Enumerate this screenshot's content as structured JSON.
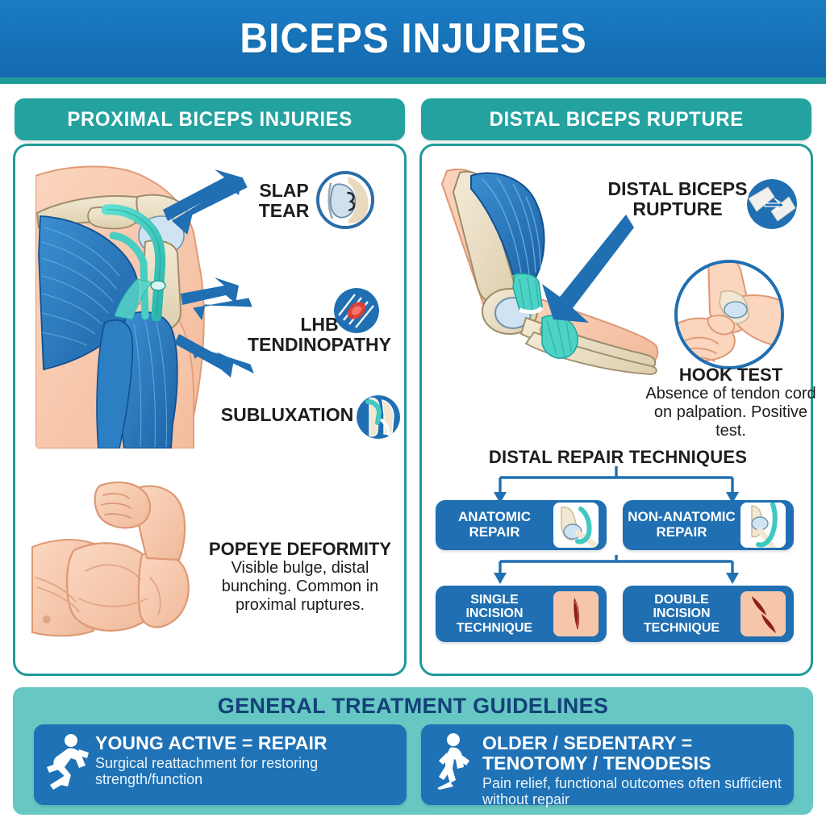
{
  "header": {
    "title": "BICEPS INJURIES",
    "banner_color": "#1672b8",
    "accent_color": "#1f9a98"
  },
  "panels": {
    "left": {
      "header": "PROXIMAL BICEPS INJURIES",
      "illustration_name": "shoulder-anatomy-illustration",
      "callouts": [
        {
          "id": "slap",
          "label": "SLAP\nTEAR",
          "inset": "slap-lesion-inset-icon"
        },
        {
          "id": "lhb",
          "label": "LHB\nTENDINOPATHY",
          "inset": "inflamed-tendon-inset-icon"
        },
        {
          "id": "subluxation",
          "label": "SUBLUXATION",
          "inset": "tendon-subluxation-inset-icon"
        }
      ],
      "popeye": {
        "title": "POPEYE DEFORMITY",
        "body": "Visible bulge, distal bunching. Common in proximal ruptures.",
        "illustration_name": "flexed-arm-popeye-illustration"
      }
    },
    "right": {
      "header": "DISTAL BICEPS RUPTURE",
      "illustration_name": "elbow-anatomy-illustration",
      "callouts": [
        {
          "id": "distal_rupture",
          "label": "DISTAL BICEPS\nRUPTURE",
          "inset": "torn-tendon-inset-icon"
        }
      ],
      "hook_test": {
        "title": "HOOK TEST",
        "body": "Absence of tendon cord on palpation. Positive test.",
        "illustration_name": "hook-test-hand-illustration"
      },
      "repair": {
        "title": "DISTAL REPAIR TECHNIQUES",
        "boxes": [
          {
            "id": "anatomic",
            "label": "ANATOMIC\nREPAIR",
            "thumb": "elbow-anatomic-repair-thumbnail"
          },
          {
            "id": "non_anatomic",
            "label": "NON-ANATOMIC\nREPAIR",
            "thumb": "elbow-non-anatomic-repair-thumbnail"
          },
          {
            "id": "single_incision",
            "label": "SINGLE\nINCISION\nTECHNIQUE",
            "thumb": "single-incision-thumbnail"
          },
          {
            "id": "double_incision",
            "label": "DOUBLE\nINCISION\nTECHNIQUE",
            "thumb": "double-incision-thumbnail"
          }
        ]
      }
    }
  },
  "bottom": {
    "title": "GENERAL TREATMENT GUIDELINES",
    "cards": [
      {
        "id": "young_active",
        "icon": "running-person-icon",
        "title": "YOUNG ACTIVE = REPAIR",
        "body": "Surgical reattachment for restoring strength/function"
      },
      {
        "id": "older_sedentary",
        "icon": "walking-person-icon",
        "title": "OLDER / SEDENTARY = TENOTOMY / TENODESIS",
        "body": "Pain relief, functional outcomes often sufficient without repair"
      }
    ]
  },
  "palette": {
    "banner_blue": "#1672b8",
    "teal": "#23a2a0",
    "light_teal": "#66c7c3",
    "box_blue": "#1f6fb2",
    "muscle_blue": "#2879bd",
    "tendon_teal": "#3fc9c0",
    "bone_cream": "#eadfc6",
    "skin": "#f7c9ae",
    "navy_text": "#14407a",
    "dark_text": "#1d1d1d"
  }
}
